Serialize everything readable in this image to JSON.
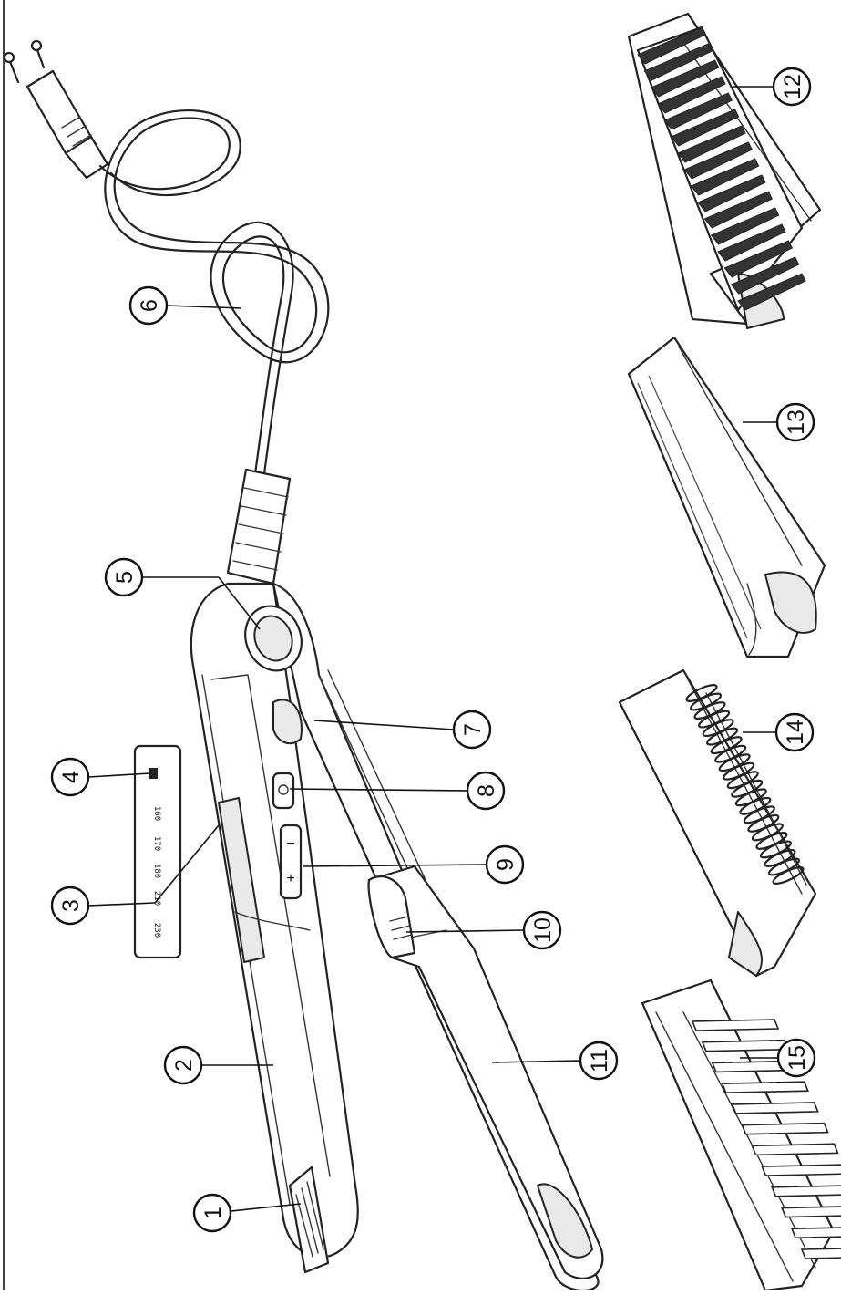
{
  "callouts": [
    "1",
    "2",
    "3",
    "4",
    "5",
    "6",
    "7",
    "8",
    "9",
    "10",
    "11",
    "12",
    "13",
    "14",
    "15"
  ],
  "display_panel": {
    "temperatures": [
      "160",
      "170",
      "180",
      "210",
      "230"
    ]
  },
  "buttons": {
    "plus": "+",
    "minus": "−"
  },
  "colors": {
    "line": "#222222",
    "background": "#ffffff",
    "shade": "#e9e9e9"
  }
}
